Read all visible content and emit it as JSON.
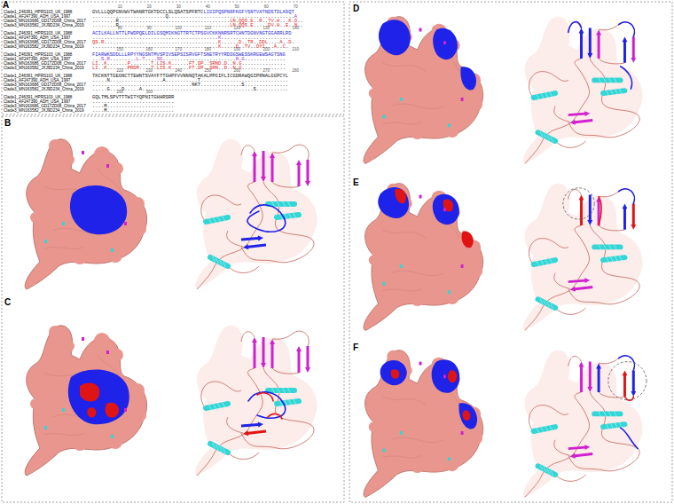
{
  "diagram": {
    "labels": [
      "A",
      "10",
      "20",
      "30",
      "40",
      "50",
      "60",
      "70",
      "Clade1_Z46391_HPRS103_UK_1988",
      "GVLLLQQPGNVWVTWANRTGKTDCCLSLQSATSPFRTCLIGIPQSPNRFKGFYSNTVATNDSTDLASQT",
      "Clade1_AF247390_ADH_USA_1997",
      ".........................Q...........................................A",
      "Clade3_MN163686_GD17ZD08_China_2017",
      "........R......................................LN.QQS.E..R..TV.H...K.D..",
      "Clade3_MN163582_JXJ9D234_China_2019",
      "........R......................................LN.QQS.E.....DV.H..E..N..",
      "80",
      "90",
      "100",
      "110",
      "120",
      "130",
      "140",
      "Clade1_Z46391_HPRS103_UK_1988",
      "ACILKALLNTTLPWDPQELDILGSQMIKNGTTRTCTPSGVCKKNNRSRTCHNTDGNVNGTGGARRLRD",
      "Clade1_AF247390_ADH_USA_1997",
      "...........................................K........................",
      "Clade3_MN163686_GD17ZD08_China_2017",
      "QS.R.......................................K......D..TR..DDL....A..D.",
      "Clade3_MN163582_JXJ9D234_China_2019",
      "...........................................K.....D..TV..DYI...A..C.",
      "150",
      "160",
      "170",
      "180",
      "190",
      "200",
      "210",
      "Clade1_Z46391_HPRS103_UK_1988",
      "FIARWKSDDLLLRPYYNGSNTMVSPIVSEPSISRVGFTSNETRYYRDDGSWESSKRGEWSAGTSNG",
      "Clade1_AF247390_ADH_USA_1997",
      "...S.R.........L.T....SG.........................N.G..............",
      "Clade3_MN163686_GD17ZD08_China_2017",
      "LI..K.......P.......T.LIS.K......FT.DP..SRND.D..N.G...............",
      "Clade3_MN163582_JXJ9D234_China_2019",
      "LI..K.......PRDM....T.LIS.K......FT.DP..SRN..D..N.G...............",
      "220",
      "230",
      "240",
      "250",
      "260",
      "270",
      "280",
      "Clade1_Z46391_HPRS103_UK_1988",
      "TKCKNTTGEGNCTTEWNTSVAYFTTGHPFVVNNNQTAKALPPGIFLICGDRAWQGIPRNALGGPCYL",
      "Clade1_AF247390_ADH_USA_1997",
      ".....N..................A...........T..............................",
      "Clade3_MN163686_GD17ZD08_China_2017",
      "..................................NKT..............S...............",
      "Clade3_MN163582_JXJ9D234_China_2019",
      ".....G....D.....A......................................S...........",
      "290",
      "300",
      "Clade1_Z46391_HPRS103_UK_1988",
      "GQLTMLSPVTTTWITYQPNITGHHRSRR",
      "Clade1_AF247390_ADH_USA_1997",
      "............................",
      "Clade3_MN163686_GD17ZD08_China_2017",
      "....M.......................",
      "Clade3_MN163582_JXJ9D234_China_2019",
      "....M.......................",
      "B",
      "C",
      "D",
      "E",
      "F"
    ]
  }
}
